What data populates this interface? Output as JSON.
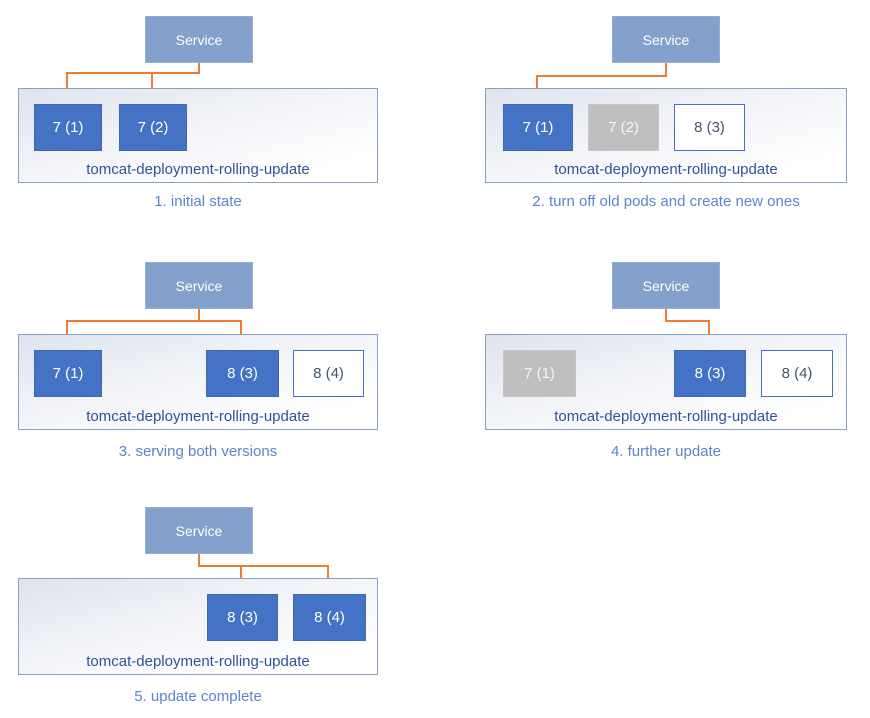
{
  "colors": {
    "pod_active": "#4472C4",
    "pod_stopped": "#BFBFBF",
    "pod_new_bg": "#FFFFFF",
    "pod_new_border": "#4472C4",
    "service_fill": "#84A1CC",
    "arrow": "#ED7D31",
    "deployment_label_text": "#2F5496",
    "caption_text": "#5B84CE"
  },
  "panels": [
    {
      "step": "1",
      "caption": "1. initial state",
      "service_label": "Service",
      "deployment_label": "tomcat-deployment-rolling-update",
      "pods": [
        {
          "label": "7 (1)",
          "state": "active"
        },
        {
          "label": "7 (2)",
          "state": "active"
        }
      ],
      "service_routes_to": [
        "7 (1)",
        "7 (2)"
      ]
    },
    {
      "step": "2",
      "caption": "2. turn off old pods and create new ones",
      "service_label": "Service",
      "deployment_label": "tomcat-deployment-rolling-update",
      "pods": [
        {
          "label": "7 (1)",
          "state": "active"
        },
        {
          "label": "7 (2)",
          "state": "stopped"
        },
        {
          "label": "8 (3)",
          "state": "new"
        }
      ],
      "service_routes_to": [
        "7 (1)"
      ]
    },
    {
      "step": "3",
      "caption": "3. serving both versions",
      "service_label": "Service",
      "deployment_label": "tomcat-deployment-rolling-update",
      "pods": [
        {
          "label": "7 (1)",
          "state": "active"
        },
        {
          "label": "8 (3)",
          "state": "active"
        },
        {
          "label": "8 (4)",
          "state": "new"
        }
      ],
      "service_routes_to": [
        "7 (1)",
        "8 (3)"
      ]
    },
    {
      "step": "4",
      "caption": "4. further update",
      "service_label": "Service",
      "deployment_label": "tomcat-deployment-rolling-update",
      "pods": [
        {
          "label": "7 (1)",
          "state": "stopped"
        },
        {
          "label": "8 (3)",
          "state": "active"
        },
        {
          "label": "8 (4)",
          "state": "new"
        }
      ],
      "service_routes_to": [
        "8 (3)"
      ]
    },
    {
      "step": "5",
      "caption": "5. update complete",
      "service_label": "Service",
      "deployment_label": "tomcat-deployment-rolling-update",
      "pods": [
        {
          "label": "8 (3)",
          "state": "active"
        },
        {
          "label": "8 (4)",
          "state": "active"
        }
      ],
      "service_routes_to": [
        "8 (3)",
        "8 (4)"
      ]
    }
  ]
}
